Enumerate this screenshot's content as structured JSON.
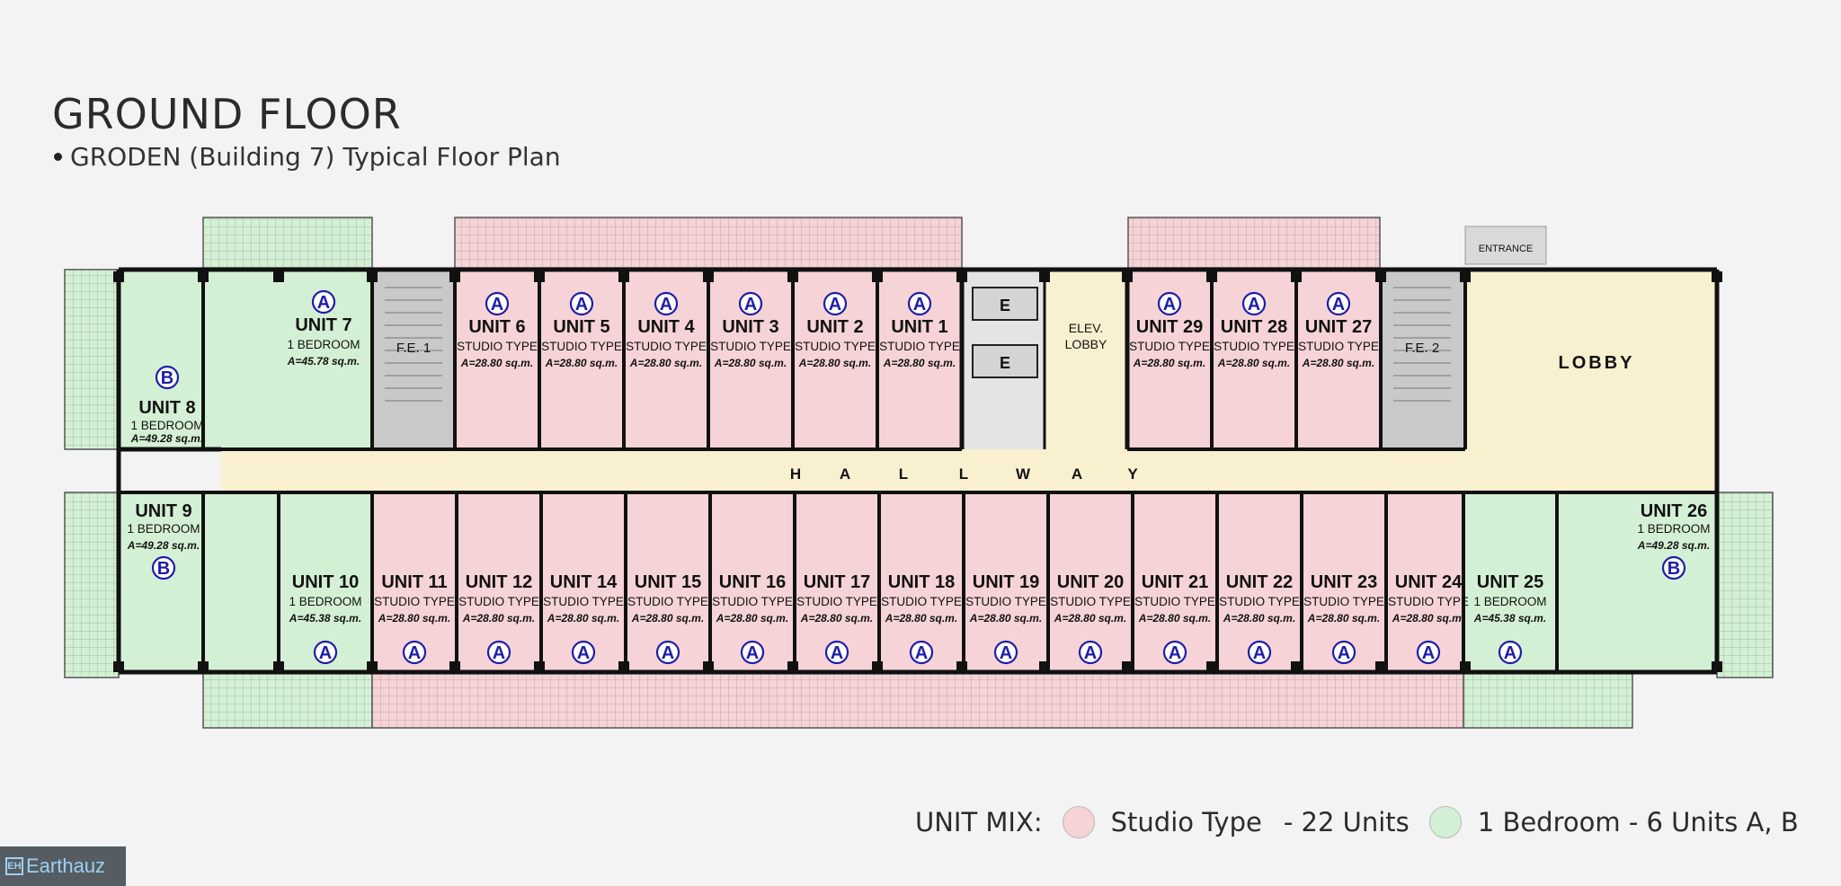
{
  "header": {
    "title": "GROUND FLOOR",
    "subtitle": "GRODEN (Building 7) Typical Floor Plan"
  },
  "colors": {
    "studio": "#f6d3d6",
    "one_bedroom": "#d4f0d4",
    "common": "#f8f0cf",
    "stair": "#c9c9c9",
    "wall": "#111111",
    "marker": "#1e1ea8"
  },
  "labels": {
    "studio_type": "STUDIO TYPE",
    "one_bedroom": "1 BEDROOM",
    "entrance": "ENTRANCE",
    "lobby": "LOBBY",
    "elev_lobby_line1": "ELEV.",
    "elev_lobby_line2": "LOBBY",
    "elevator": "E",
    "fe1": "F.E. 1",
    "fe2": "F.E. 2",
    "hallway": [
      "H",
      "A",
      "L",
      "L",
      "W",
      "A",
      "Y"
    ]
  },
  "units_top": [
    {
      "name": "UNIT 8",
      "type": "1 BEDROOM",
      "area": "A=49.28 sq.m.",
      "marker": "B"
    },
    {
      "name": "UNIT 7",
      "type": "1 BEDROOM",
      "area": "A=45.78 sq.m.",
      "marker": "A"
    },
    {
      "name": "UNIT 6",
      "type": "STUDIO TYPE",
      "area": "A=28.80 sq.m.",
      "marker": "A"
    },
    {
      "name": "UNIT 5",
      "type": "STUDIO TYPE",
      "area": "A=28.80 sq.m.",
      "marker": "A"
    },
    {
      "name": "UNIT 4",
      "type": "STUDIO TYPE",
      "area": "A=28.80 sq.m.",
      "marker": "A"
    },
    {
      "name": "UNIT 3",
      "type": "STUDIO TYPE",
      "area": "A=28.80 sq.m.",
      "marker": "A"
    },
    {
      "name": "UNIT 2",
      "type": "STUDIO TYPE",
      "area": "A=28.80 sq.m.",
      "marker": "A"
    },
    {
      "name": "UNIT 1",
      "type": "STUDIO TYPE",
      "area": "A=28.80 sq.m.",
      "marker": "A"
    },
    {
      "name": "UNIT 29",
      "type": "STUDIO TYPE",
      "area": "A=28.80 sq.m.",
      "marker": "A"
    },
    {
      "name": "UNIT 28",
      "type": "STUDIO TYPE",
      "area": "A=28.80 sq.m.",
      "marker": "A"
    },
    {
      "name": "UNIT 27",
      "type": "STUDIO TYPE",
      "area": "A=28.80 sq.m.",
      "marker": "A"
    }
  ],
  "units_bottom": [
    {
      "name": "UNIT 9",
      "type": "1 BEDROOM",
      "area": "A=49.28 sq.m.",
      "marker": "B"
    },
    {
      "name": "UNIT 10",
      "type": "1 BEDROOM",
      "area": "A=45.38 sq.m.",
      "marker": "A"
    },
    {
      "name": "UNIT 11",
      "type": "STUDIO TYPE",
      "area": "A=28.80 sq.m.",
      "marker": "A"
    },
    {
      "name": "UNIT 12",
      "type": "STUDIO TYPE",
      "area": "A=28.80 sq.m.",
      "marker": "A"
    },
    {
      "name": "UNIT 14",
      "type": "STUDIO TYPE",
      "area": "A=28.80 sq.m.",
      "marker": "A"
    },
    {
      "name": "UNIT 15",
      "type": "STUDIO TYPE",
      "area": "A=28.80 sq.m.",
      "marker": "A"
    },
    {
      "name": "UNIT 16",
      "type": "STUDIO TYPE",
      "area": "A=28.80 sq.m.",
      "marker": "A"
    },
    {
      "name": "UNIT 17",
      "type": "STUDIO TYPE",
      "area": "A=28.80 sq.m.",
      "marker": "A"
    },
    {
      "name": "UNIT 18",
      "type": "STUDIO TYPE",
      "area": "A=28.80 sq.m.",
      "marker": "A"
    },
    {
      "name": "UNIT 19",
      "type": "STUDIO TYPE",
      "area": "A=28.80 sq.m.",
      "marker": "A"
    },
    {
      "name": "UNIT 20",
      "type": "STUDIO TYPE",
      "area": "A=28.80 sq.m.",
      "marker": "A"
    },
    {
      "name": "UNIT 21",
      "type": "STUDIO TYPE",
      "area": "A=28.80 sq.m.",
      "marker": "A"
    },
    {
      "name": "UNIT 22",
      "type": "STUDIO TYPE",
      "area": "A=28.80 sq.m.",
      "marker": "A"
    },
    {
      "name": "UNIT 23",
      "type": "STUDIO TYPE",
      "area": "A=28.80 sq.m.",
      "marker": "A"
    },
    {
      "name": "UNIT 24",
      "type": "STUDIO TYPE",
      "area": "A=28.80 sq.m.",
      "marker": "A"
    },
    {
      "name": "UNIT 25",
      "type": "1 BEDROOM",
      "area": "A=45.38 sq.m.",
      "marker": "A"
    },
    {
      "name": "UNIT 26",
      "type": "1 BEDROOM",
      "area": "A=49.28 sq.m.",
      "marker": "B"
    }
  ],
  "legend": {
    "heading": "UNIT MIX:",
    "studio_label": "Studio Type",
    "studio_count": "- 22 Units",
    "one_bedroom_label": "1 Bedroom - 6 Units A, B"
  },
  "logo": {
    "text": "Earthauz"
  }
}
